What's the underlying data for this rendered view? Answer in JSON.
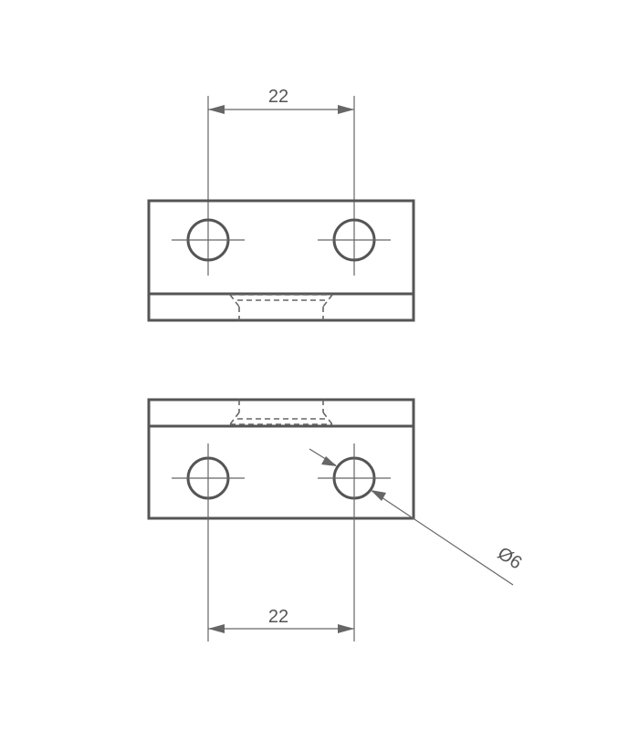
{
  "top_view": {
    "spacing_label": "22"
  },
  "bottom_view": {
    "spacing_label": "22",
    "diameter_label": "Ø6"
  },
  "colors": {
    "line": "#555555",
    "thin_line": "#666666",
    "background": "#ffffff"
  }
}
